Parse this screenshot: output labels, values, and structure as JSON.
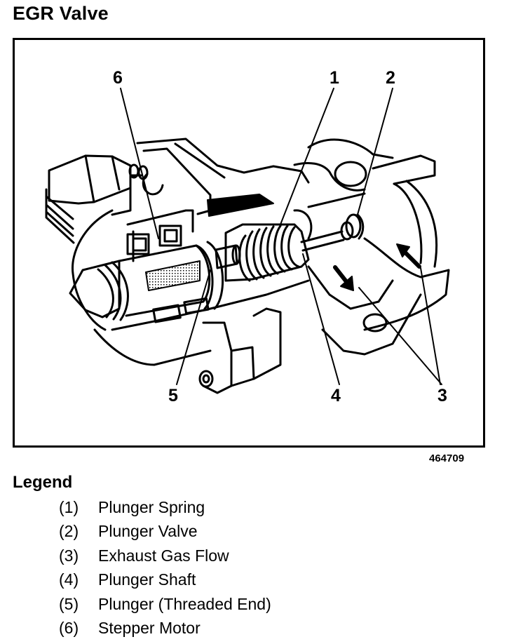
{
  "title": "EGR Valve",
  "figure_id": "464709",
  "callouts": [
    {
      "num": "1",
      "ref": "Plunger Spring"
    },
    {
      "num": "2",
      "ref": "Plunger Valve"
    },
    {
      "num": "3",
      "ref": "Exhaust Gas Flow"
    },
    {
      "num": "4",
      "ref": "Plunger Shaft"
    },
    {
      "num": "5",
      "ref": "Plunger (Threaded End)"
    },
    {
      "num": "6",
      "ref": "Stepper Motor"
    }
  ],
  "legend": {
    "title": "Legend",
    "items": [
      {
        "num": "(1)",
        "label": "Plunger Spring"
      },
      {
        "num": "(2)",
        "label": "Plunger Valve"
      },
      {
        "num": "(3)",
        "label": "Exhaust Gas Flow"
      },
      {
        "num": "(4)",
        "label": "Plunger Shaft"
      },
      {
        "num": "(5)",
        "label": "Plunger (Threaded End)"
      },
      {
        "num": "(6)",
        "label": "Stepper Motor"
      }
    ]
  }
}
